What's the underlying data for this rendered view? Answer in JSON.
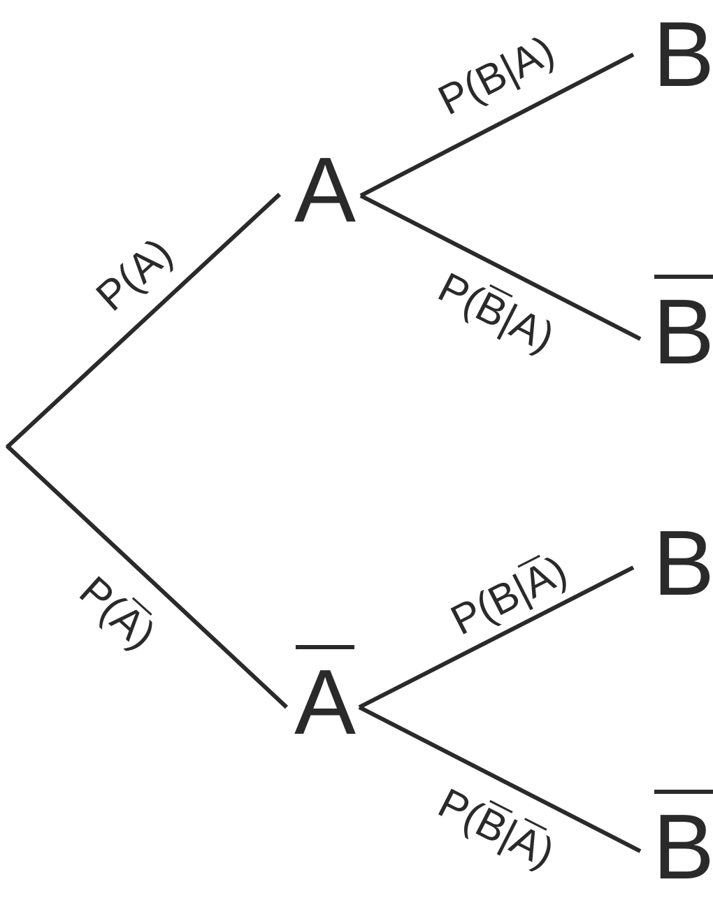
{
  "diagram": {
    "type": "probability-tree",
    "stroke_color": "#2a2a2a",
    "text_color": "#2a2a2a",
    "nodes": [
      {
        "id": "A",
        "letter": "A",
        "complement": false
      },
      {
        "id": "notA",
        "letter": "A",
        "complement": true
      },
      {
        "id": "B_given_A",
        "letter": "B",
        "complement": false
      },
      {
        "id": "notB_given_A",
        "letter": "B",
        "complement": true
      },
      {
        "id": "B_given_notA",
        "letter": "B",
        "complement": false
      },
      {
        "id": "notB_given_notA",
        "letter": "B",
        "complement": true
      }
    ],
    "edges": [
      {
        "from": "root",
        "to": "A",
        "label": [
          {
            "t": "P("
          },
          {
            "t": "A"
          },
          {
            "t": ")"
          }
        ]
      },
      {
        "from": "root",
        "to": "notA",
        "label": [
          {
            "t": "P("
          },
          {
            "t": "A",
            "ov": true
          },
          {
            "t": ")"
          }
        ]
      },
      {
        "from": "A",
        "to": "B_given_A",
        "label": [
          {
            "t": "P("
          },
          {
            "t": "B"
          },
          {
            "t": "|"
          },
          {
            "t": "A"
          },
          {
            "t": ")"
          }
        ]
      },
      {
        "from": "A",
        "to": "notB_given_A",
        "label": [
          {
            "t": "P("
          },
          {
            "t": "B",
            "ov": true
          },
          {
            "t": "|"
          },
          {
            "t": "A"
          },
          {
            "t": ")"
          }
        ]
      },
      {
        "from": "notA",
        "to": "B_given_notA",
        "label": [
          {
            "t": "P("
          },
          {
            "t": "B"
          },
          {
            "t": "|"
          },
          {
            "t": "A",
            "ov": true
          },
          {
            "t": ")"
          }
        ]
      },
      {
        "from": "notA",
        "to": "notB_given_notA",
        "label": [
          {
            "t": "P("
          },
          {
            "t": "B",
            "ov": true
          },
          {
            "t": "|"
          },
          {
            "t": "A",
            "ov": true
          },
          {
            "t": ")"
          }
        ]
      }
    ]
  }
}
